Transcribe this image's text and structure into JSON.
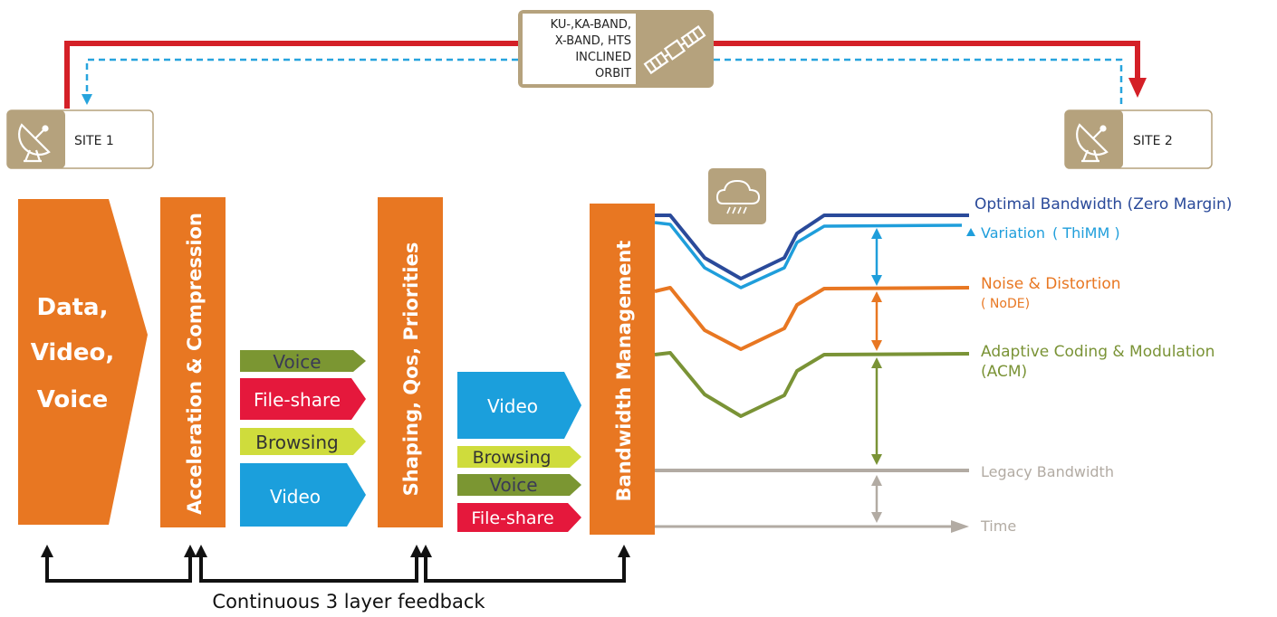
{
  "satellite": {
    "lines": [
      "KU-,KA-BAND,",
      "X-BAND, HTS",
      "INCLINED",
      "ORBIT"
    ],
    "icon": "satellite-icon"
  },
  "sites": [
    {
      "label": "SITE 1",
      "icon": "satellite-dish-icon"
    },
    {
      "label": "SITE 2",
      "icon": "satellite-dish-icon"
    }
  ],
  "weather_icon": "rain-cloud-icon",
  "input_block": {
    "lines": [
      "Data,",
      "Video,",
      "Voice"
    ]
  },
  "stages": {
    "acceleration": "Acceleration & Compression",
    "shaping": "Shaping, Qos,  Priorities",
    "bandwidth": "Bandwidth Management"
  },
  "traffic_group_1": [
    "Voice",
    "File-share",
    "Browsing",
    "Video"
  ],
  "traffic_group_2": [
    "Video",
    "Browsing",
    "Voice",
    "File-share"
  ],
  "curves": {
    "optimal": "Optimal Bandwidth (Zero Margin)",
    "variation": "Variation ( ThiMM )",
    "noise_line1": "Noise & Distortion",
    "noise_line2": "( NoDE)",
    "acm_line1": "Adaptive Coding & Modulation",
    "acm_line2": "(ACM)",
    "legacy": "Legacy Bandwidth",
    "time": "Time"
  },
  "feedback": "Continuous 3 layer feedback",
  "colors": {
    "orange": "#e87722",
    "tan": "#b5a27d",
    "red": "#d42027",
    "blue_dashed": "#27a4dd",
    "navy": "#2a4a9a",
    "light_blue": "#1f9edb",
    "olive": "#7a9336",
    "yellow": "#cfdc3c",
    "crimson": "#e5183c",
    "gray": "#b2aba3",
    "voice_green": "#7b9632",
    "video_blue": "#1b9fdc"
  }
}
